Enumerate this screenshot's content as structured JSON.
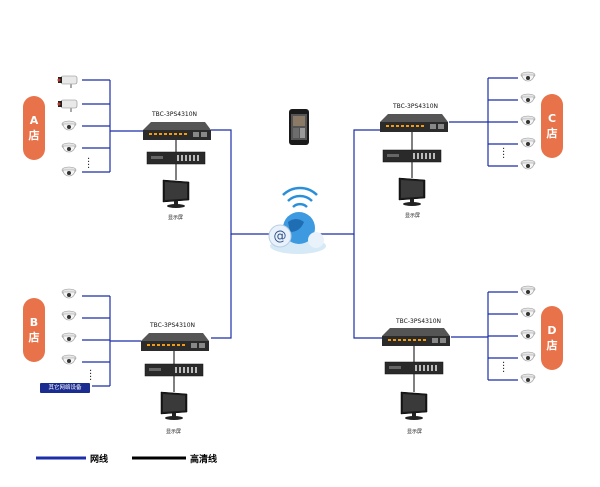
{
  "stores": {
    "a": {
      "name": "A",
      "suffix": "店"
    },
    "b": {
      "name": "B",
      "suffix": "店"
    },
    "c": {
      "name": "C",
      "suffix": "店"
    },
    "d": {
      "name": "D",
      "suffix": "店"
    }
  },
  "switch_model": {
    "tl": "TBC-3PS4310N",
    "tr": "TBC-3PS4310N",
    "bl": "TBC-3PS4310N",
    "br": "TBC-3PS4310N"
  },
  "display_label": "显示屏",
  "other_device": "其它网络设备",
  "legend": {
    "network": "网线",
    "hd": "高清线"
  },
  "colors": {
    "network_line": "#1c2fa8",
    "hd_line": "#000000",
    "store_badge": "#e8734a",
    "cloud": "#2a8fd9"
  }
}
